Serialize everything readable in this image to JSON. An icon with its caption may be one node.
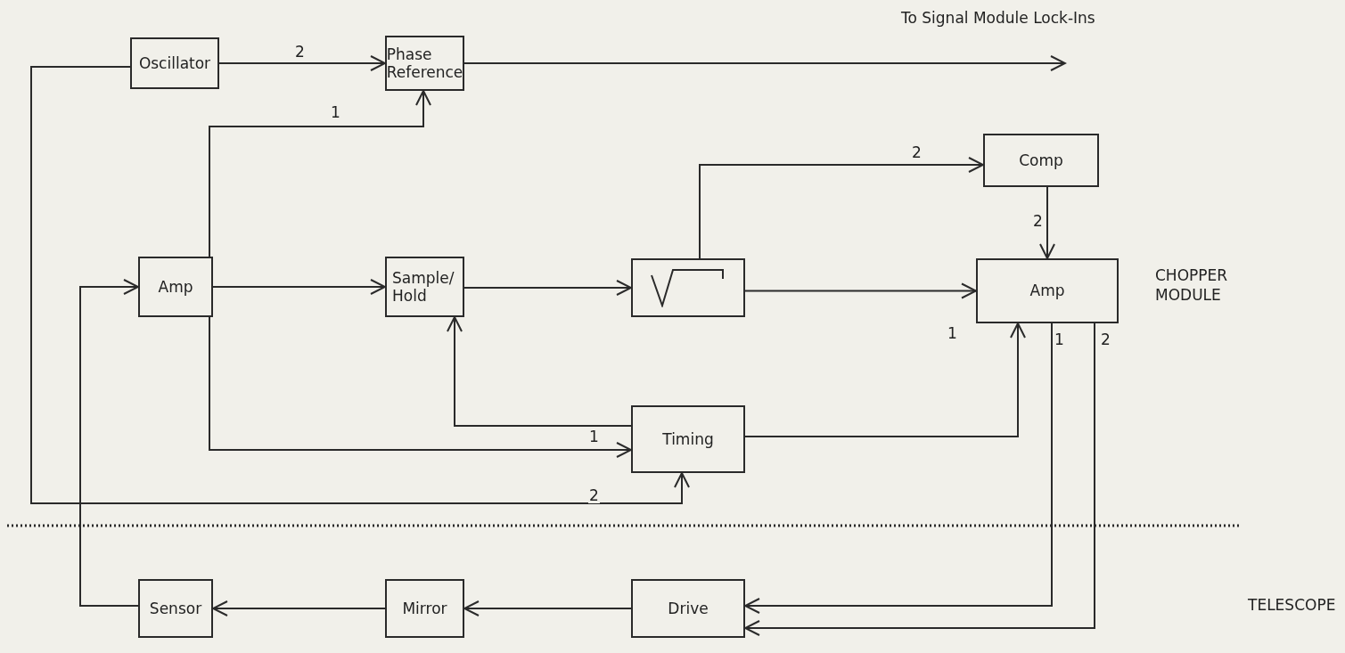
{
  "diagram": {
    "nodes": [
      {
        "text": [
          "Oscillator"
        ]
      },
      {
        "text": [
          "Phase Reference"
        ]
      },
      {
        "text": [
          "Comp"
        ]
      },
      {
        "text": [
          "Amp"
        ]
      },
      {
        "text": [
          "Sample/ Hold"
        ]
      },
      {
        "text": [],
        "shape": "box"
      },
      {
        "text": [
          "Amp"
        ]
      },
      {
        "text": [
          "Timing"
        ]
      },
      {
        "text": [
          "Sensor"
        ]
      },
      {
        "text": [
          "Mirror"
        ]
      },
      {
        "text": [
          "Drive"
        ]
      }
    ],
    "edges": [
      {
        "from": 0,
        "to": 1,
        "arrow": "to",
        "label": "2"
      },
      {
        "from": 1,
        "to": null,
        "arrow": "to",
        "label": "To Signal Module Lock-Ins"
      },
      {
        "from": 3,
        "to": 1,
        "arrow": "to",
        "label": "1"
      },
      {
        "from": 3,
        "to": 4,
        "arrow": "to"
      },
      {
        "from": 4,
        "to": 5,
        "arrow": "to"
      },
      {
        "from": 5,
        "to": 6,
        "arrow": "to",
        "label": "1"
      },
      {
        "from": 5,
        "to": 2,
        "arrow": "to",
        "label": "2"
      },
      {
        "from": 2,
        "to": 6,
        "arrow": "to",
        "label": "2"
      },
      {
        "from": 3,
        "to": 7,
        "arrow": "to",
        "label": "1"
      },
      {
        "from": 7,
        "to": 4,
        "arrow": "to"
      },
      {
        "from": 7,
        "to": 6,
        "arrow": "to"
      },
      {
        "from": 0,
        "to": 7,
        "arrow": "to",
        "label": "2"
      },
      {
        "from": 6,
        "to": 10,
        "arrow": "to",
        "label": "1"
      },
      {
        "from": 6,
        "to": 10,
        "arrow": "to",
        "label": "2"
      },
      {
        "from": 10,
        "to": 9,
        "arrow": "to"
      },
      {
        "from": 9,
        "to": 8,
        "arrow": "to"
      },
      {
        "from": 8,
        "to": 3,
        "arrow": "to"
      }
    ],
    "labels": [
      "CHOPPER MODULE",
      "TELESCOPE"
    ]
  }
}
